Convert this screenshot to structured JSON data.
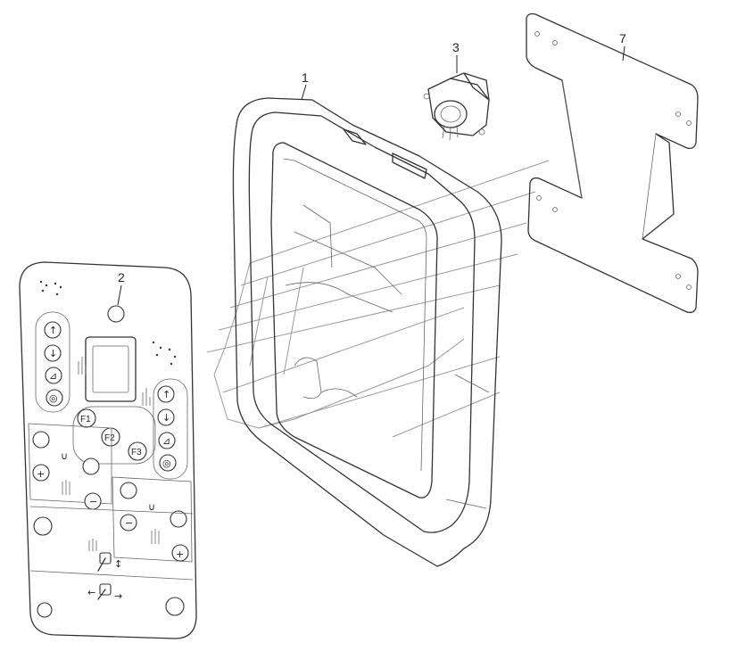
{
  "callouts": {
    "frame": "1",
    "panel": "2",
    "connector": "3",
    "bracket": "7"
  },
  "panel": {
    "function_keys": [
      "F1",
      "F2",
      "F3"
    ]
  },
  "icons": [
    "arrow-up-icon",
    "arrow-down-icon",
    "plus-icon",
    "minus-icon",
    "toggle-switch-icon",
    "magnet-icon",
    "indicator-light-icon"
  ]
}
